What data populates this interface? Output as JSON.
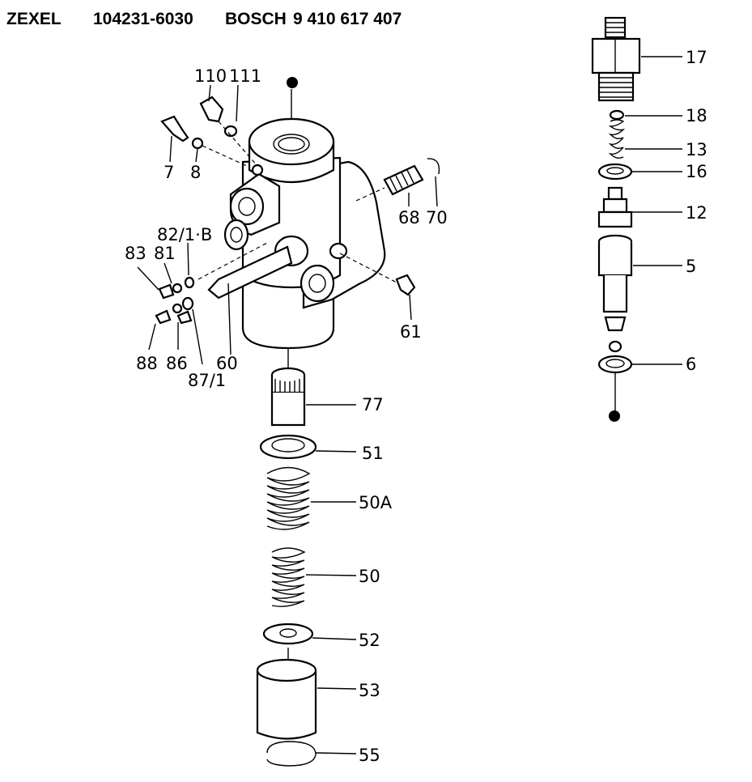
{
  "header": {
    "brand": "ZEXEL",
    "zexel_number": "104231-6030",
    "oem": "BOSCH",
    "bosch_number": "9 410 617 407"
  },
  "labels": {
    "p110": "110",
    "p111": "111",
    "p7": "7",
    "p8": "8",
    "p68": "68",
    "p70": "70",
    "p82": "82/1·B",
    "p83": "83",
    "p81": "81",
    "p61": "61",
    "p88": "88",
    "p86": "86",
    "p60": "60",
    "p87": "87/1",
    "p77": "77",
    "p51": "51",
    "p50a": "50A",
    "p50": "50",
    "p52": "52",
    "p53": "53",
    "p55": "55",
    "p17": "17",
    "p18": "18",
    "p13": "13",
    "p16": "16",
    "p12": "12",
    "p5": "5",
    "p6": "6"
  }
}
